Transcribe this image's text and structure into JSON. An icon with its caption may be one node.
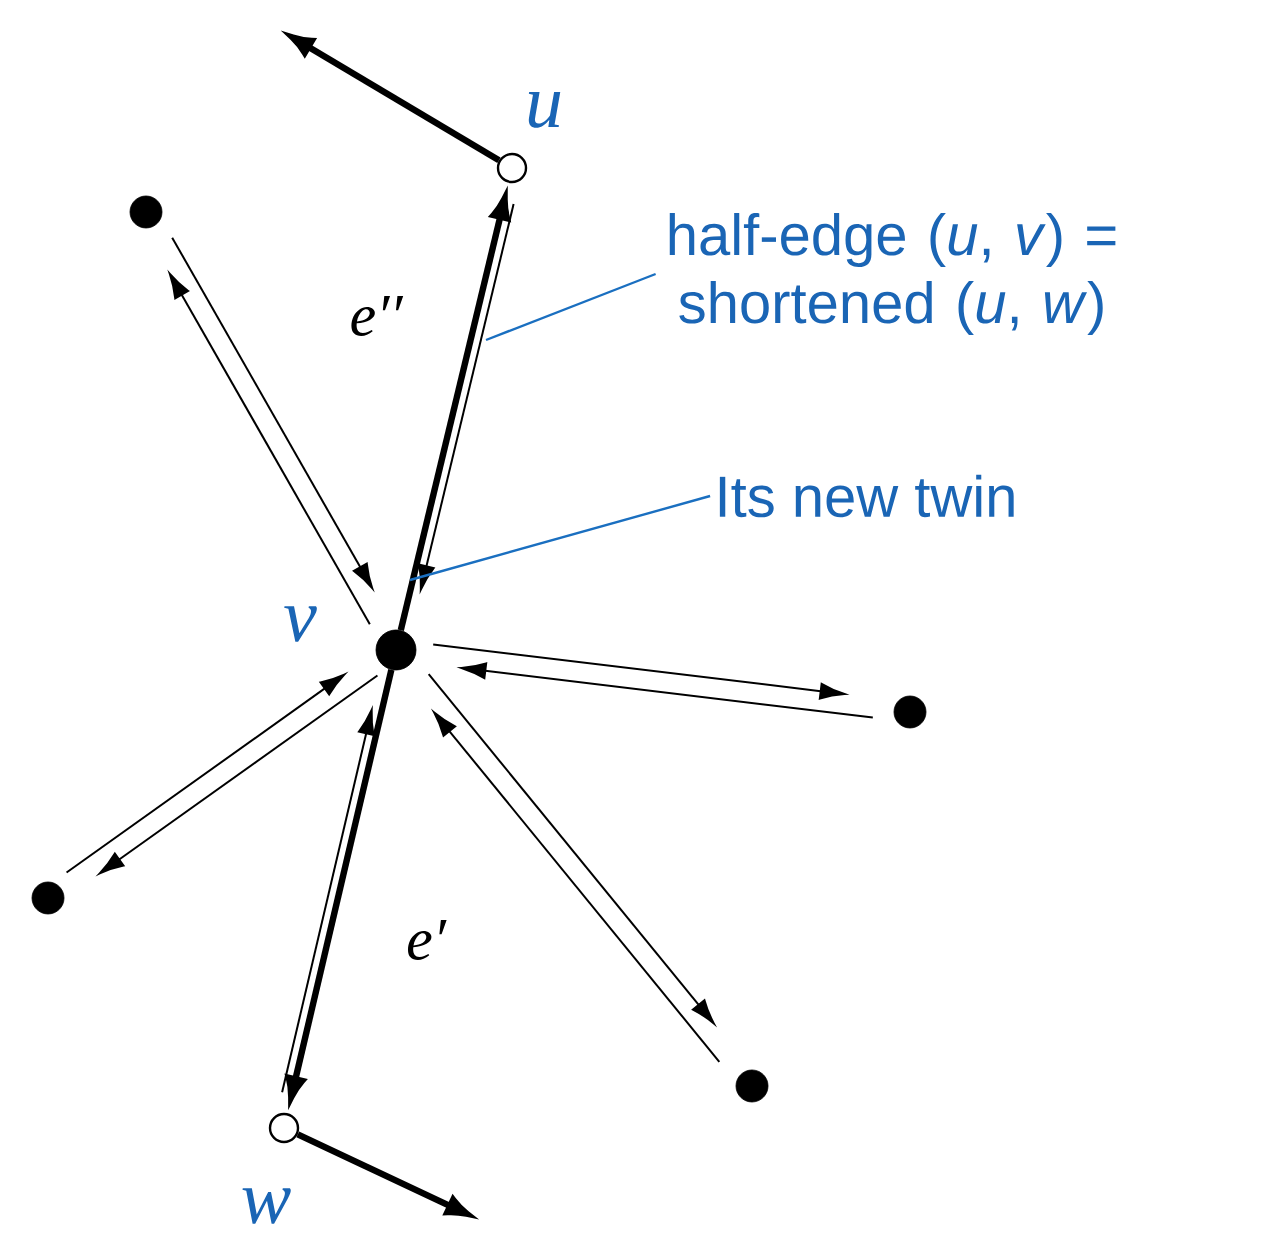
{
  "diagram": {
    "nodes": [
      {
        "text": [],
        "shape": "circle",
        "beside": [
          "u"
        ]
      },
      {
        "text": [],
        "shape": "circle",
        "beside": [
          "v"
        ]
      },
      {
        "text": [],
        "shape": "circle",
        "beside": [
          "w"
        ]
      },
      {
        "text": [],
        "shape": "circle"
      },
      {
        "text": [],
        "shape": "circle"
      },
      {
        "text": [],
        "shape": "circle"
      },
      {
        "text": [],
        "shape": "circle"
      },
      {
        "text": [
          "half-edge (*u*, *v*) = shortened (*u*, *w*)"
        ]
      },
      {
        "text": [
          "Its new twin"
        ]
      }
    ],
    "edges": [
      {
        "from": 1,
        "to": 0,
        "arrow": "to",
        "style": "thick",
        "label": "e′′"
      },
      {
        "from": 0,
        "to": 1,
        "arrow": "to"
      },
      {
        "from": 1,
        "to": 2,
        "arrow": "to",
        "style": "thick",
        "label": "e′"
      },
      {
        "from": 2,
        "to": 1,
        "arrow": "to"
      },
      {
        "from": 3,
        "to": 1,
        "arrow": "to"
      },
      {
        "from": 1,
        "to": 3,
        "arrow": "to"
      },
      {
        "from": 4,
        "to": 1,
        "arrow": "to"
      },
      {
        "from": 1,
        "to": 4,
        "arrow": "to"
      },
      {
        "from": 5,
        "to": 1,
        "arrow": "to"
      },
      {
        "from": 1,
        "to": 5,
        "arrow": "to"
      },
      {
        "from": 6,
        "to": 1,
        "arrow": "to"
      },
      {
        "from": 1,
        "to": 6,
        "arrow": "to"
      },
      {
        "from": 0,
        "to": null,
        "arrow": "to",
        "style": "thick"
      },
      {
        "from": 2,
        "to": null,
        "arrow": "to",
        "style": "thick"
      },
      {
        "from": 7,
        "to": null,
        "arrow": "none",
        "color": "#1a6fc0"
      },
      {
        "from": 8,
        "to": null,
        "arrow": "none",
        "color": "#1a6fc0"
      }
    ]
  }
}
